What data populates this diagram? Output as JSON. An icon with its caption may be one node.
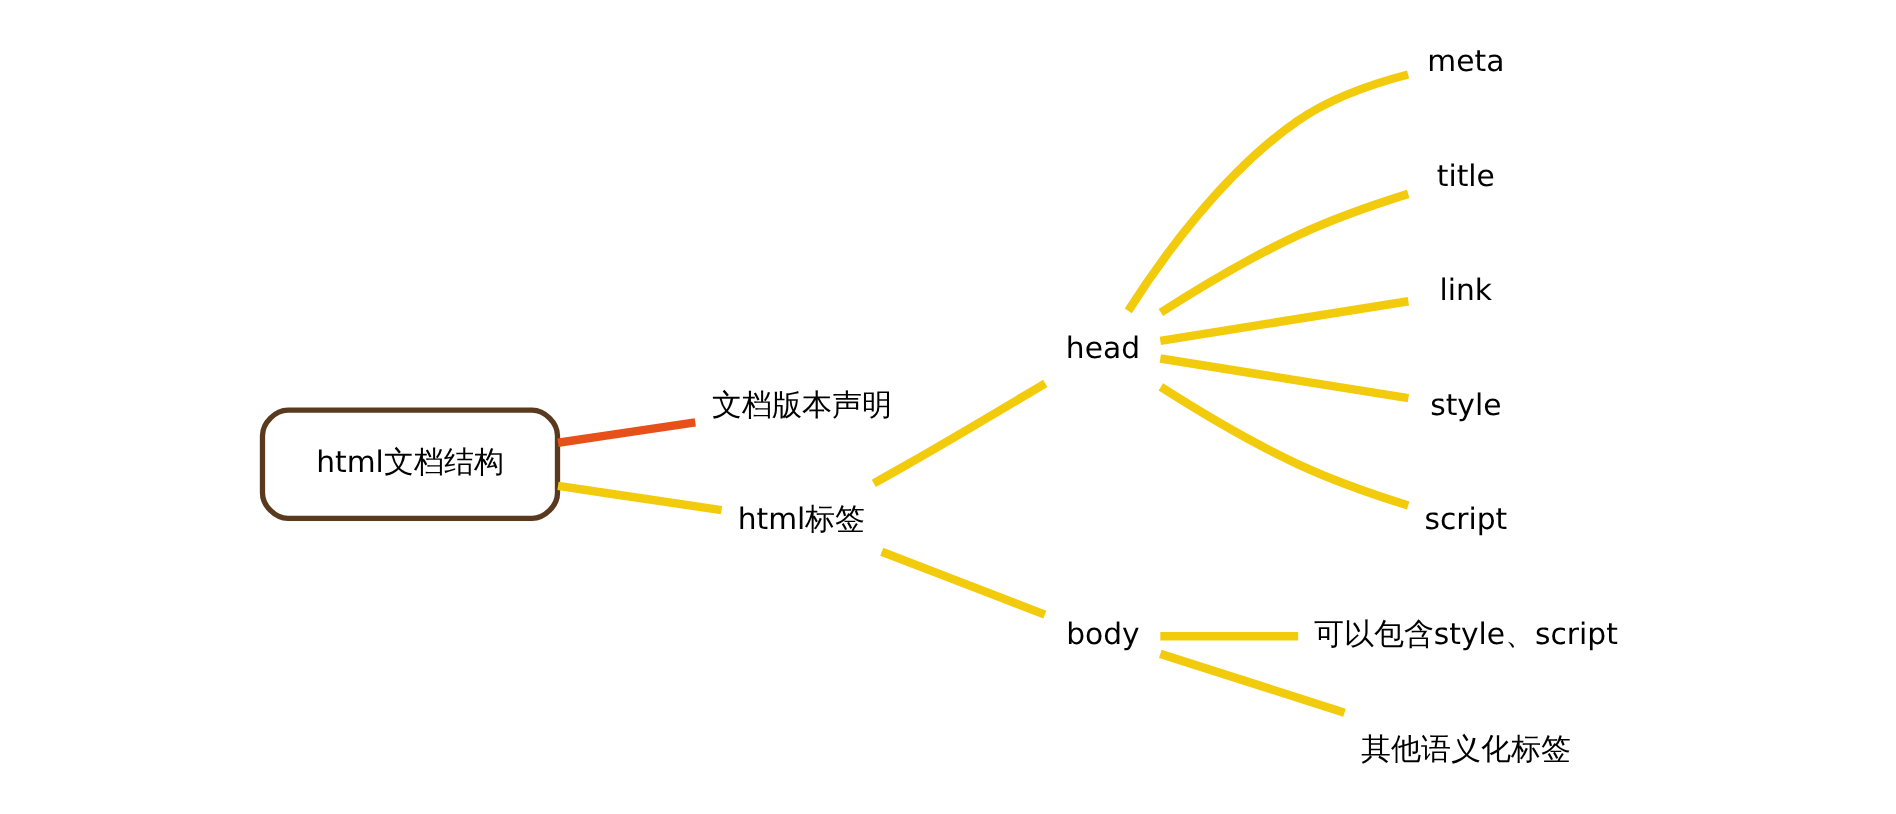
{
  "diagram": {
    "nodes": [
      {
        "text": [
          "html文档结构"
        ]
      },
      {
        "text": [
          "文档版本声明"
        ]
      },
      {
        "text": [
          "html标签"
        ]
      },
      {
        "text": [
          "head"
        ]
      },
      {
        "text": [
          "body"
        ]
      },
      {
        "text": [
          "meta"
        ]
      },
      {
        "text": [
          "title"
        ]
      },
      {
        "text": [
          "link"
        ]
      },
      {
        "text": [
          "style"
        ]
      },
      {
        "text": [
          "script"
        ]
      },
      {
        "text": [
          "可以包含style、script"
        ]
      },
      {
        "text": [
          "其他语义化标签"
        ]
      }
    ],
    "edges": [
      {
        "from": 0,
        "to": 1,
        "arrow": "none",
        "color": "#e8501a"
      },
      {
        "from": 0,
        "to": 2,
        "arrow": "none"
      },
      {
        "from": 2,
        "to": 3,
        "arrow": "none"
      },
      {
        "from": 2,
        "to": 4,
        "arrow": "none"
      },
      {
        "from": 3,
        "to": 5,
        "arrow": "none"
      },
      {
        "from": 3,
        "to": 6,
        "arrow": "none"
      },
      {
        "from": 3,
        "to": 7,
        "arrow": "none"
      },
      {
        "from": 3,
        "to": 8,
        "arrow": "none"
      },
      {
        "from": 3,
        "to": 9,
        "arrow": "none"
      },
      {
        "from": 4,
        "to": 10,
        "arrow": "none"
      },
      {
        "from": 4,
        "to": 11,
        "arrow": "none"
      }
    ]
  }
}
